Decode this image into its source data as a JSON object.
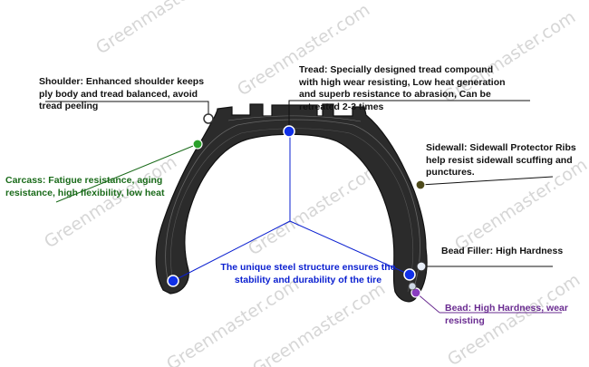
{
  "watermark": "Greenmaster.com",
  "labels": {
    "tread": "Tread:  Specially designed tread compound with high wear resisting, Low heat generation and superb resistance to abrasion, Can be retreated 2-3 times",
    "shoulder": "Shoulder:  Enhanced shoulder keeps ply body and tread balanced,  avoid tread peeling",
    "carcass": "Carcass: Fatigue resistance, aging resistance, high flexibility, low heat",
    "sidewall": "Sidewall:  Sidewall Protector Ribs help resist sidewall scuffing and punctures.",
    "bead_filler": "Bead Filler: High Hardness",
    "steel_structure": "The unique steel structure ensures the stability and durability of the tire",
    "bead": "Bead: High Hardness, wear resisting"
  },
  "colors": {
    "tread": "#111111",
    "shoulder": "#111111",
    "carcass": "#1a6b1a",
    "sidewall": "#111111",
    "bead_filler": "#111111",
    "steel_structure": "#0a1fd0",
    "bead": "#6a2c91",
    "tire_body": "#2b2b2b"
  }
}
